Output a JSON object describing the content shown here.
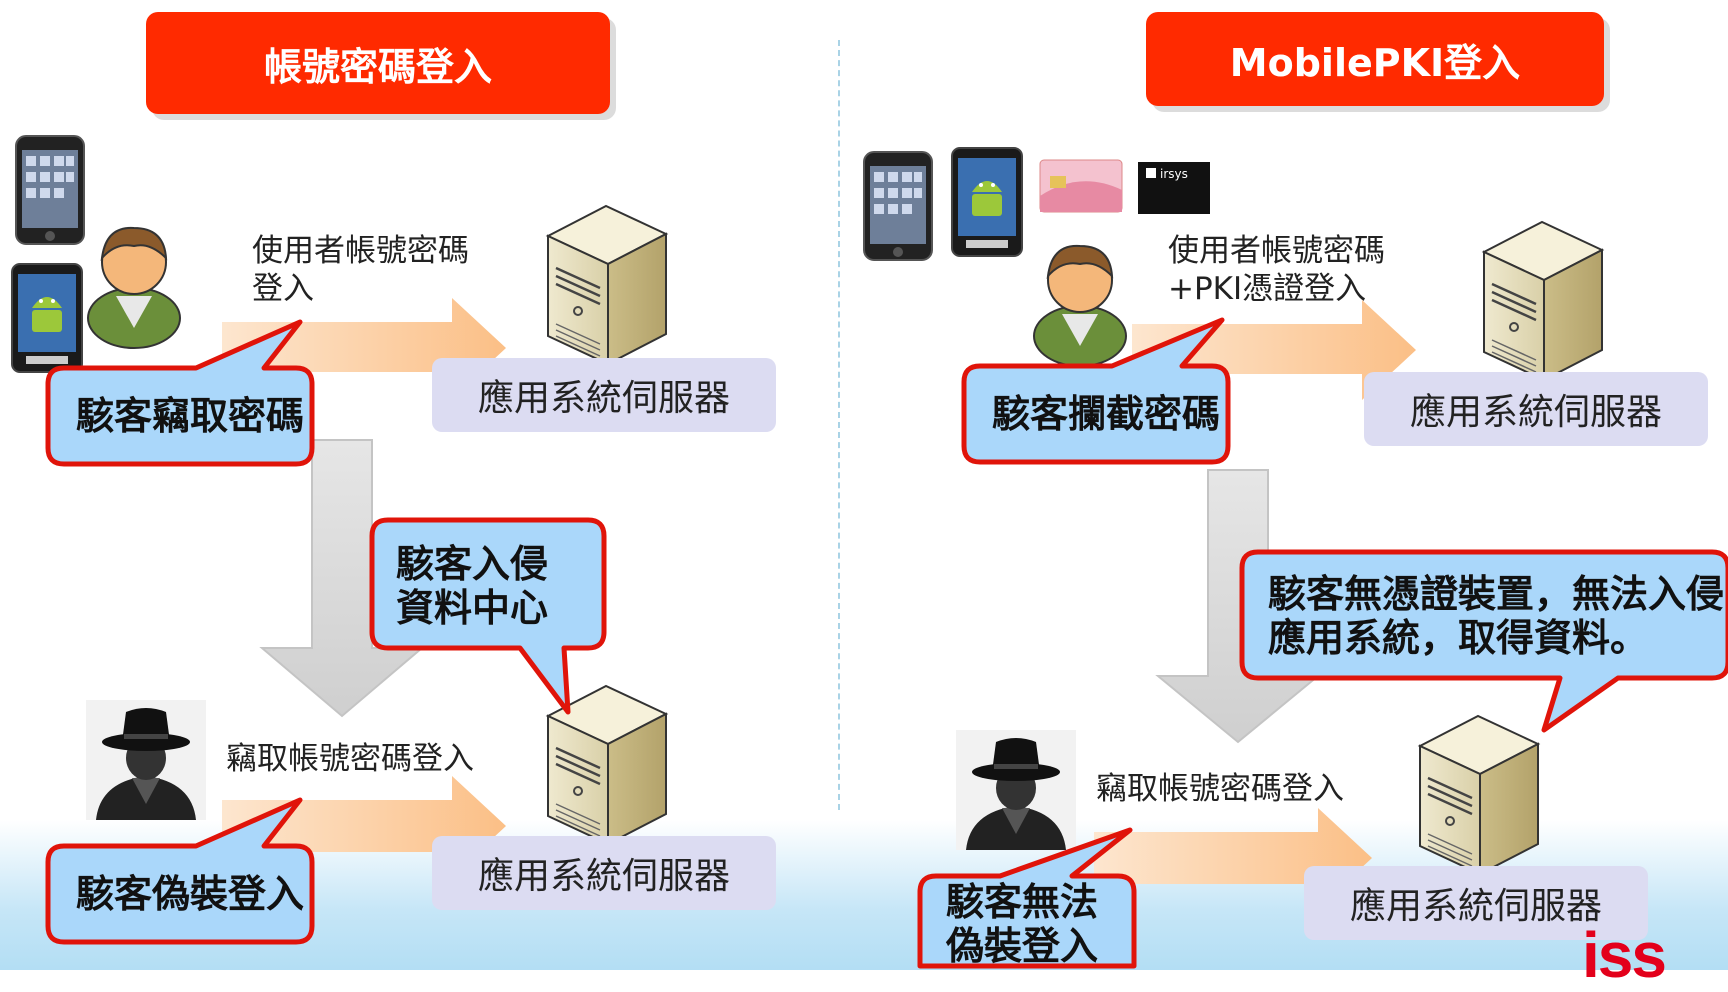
{
  "left": {
    "title": "帳號密碼登入",
    "top_label": "使用者帳號密碼\n登入",
    "server_label_top": "應用系統伺服器",
    "callout_steal": "駭客竊取密碼",
    "callout_intrude": "駭客入侵\n資料中心",
    "bottom_label": "竊取帳號密碼登入",
    "server_label_bottom": "應用系統伺服器",
    "callout_disguise": "駭客偽裝登入"
  },
  "right": {
    "title": "MobilePKI登入",
    "top_label": "使用者帳號密碼\n+PKI憑證登入",
    "server_label_top": "應用系統伺服器",
    "callout_intercept": "駭客攔截密碼",
    "callout_nodevice": "駭客無憑證裝置，無法入侵\n應用系統，取得資料。",
    "bottom_label": "竊取帳號密碼登入",
    "server_label_bottom": "應用系統伺服器",
    "callout_cannot": "駭客無法\n偽裝登入",
    "sd_card_text": "irsys"
  },
  "logo": "iss",
  "colors": {
    "title_red": "#ff2a00",
    "callout_fill": "#aad7fa",
    "callout_border": "#e0140a",
    "server_label_bg": "#dcdcf2",
    "arrow_orange": "#fcc99a",
    "arrow_gray": "#d6d6d6"
  }
}
